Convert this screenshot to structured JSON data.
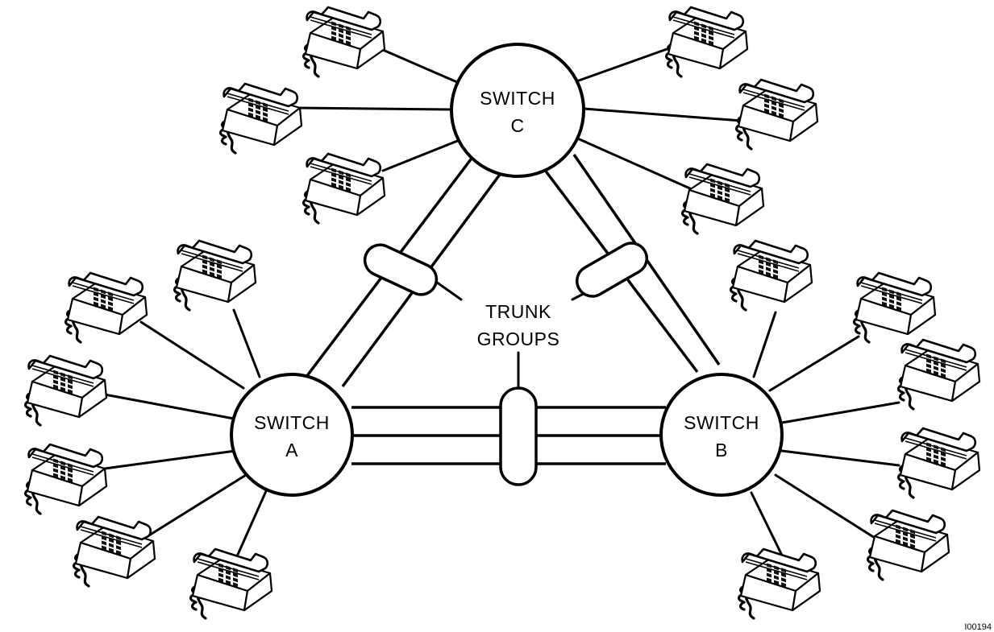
{
  "diagram": {
    "switches": {
      "a": {
        "line1": "SWITCH",
        "line2": "A"
      },
      "b": {
        "line1": "SWITCH",
        "line2": "B"
      },
      "c": {
        "line1": "SWITCH",
        "line2": "C"
      }
    },
    "trunk_label": {
      "line1": "TRUNK",
      "line2": "GROUPS"
    },
    "figure_id": "I00194"
  }
}
